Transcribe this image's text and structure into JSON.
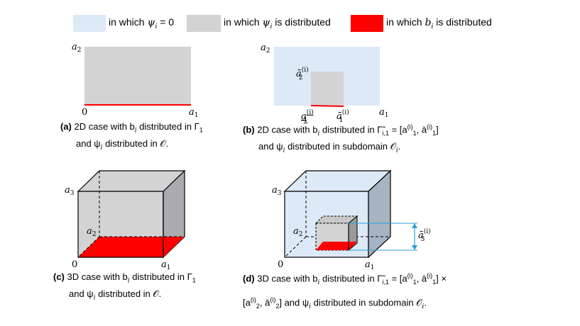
{
  "legend": {
    "zero": {
      "text_pre": "in which ",
      "symbol": "ψ",
      "sub": "i",
      "text_post": " = 0",
      "color": "#dde9f7"
    },
    "psi": {
      "text_pre": "in which ",
      "symbol": "ψ",
      "sub": "i",
      "text_post": " is distributed",
      "color": "#d3d3d3"
    },
    "b": {
      "text_pre": "in which ",
      "symbol": "b",
      "sub": "i",
      "text_post": " is distributed",
      "color": "#ff0000"
    }
  },
  "panels": {
    "a": {
      "label": "(a)",
      "line1": " 2D case with b",
      "line1_sub": "i",
      "line1_post": " distributed in Γ",
      "line1_sub2": "1",
      "line2": "and ψ",
      "line2_sub": "i",
      "line2_post": " distributed in 𝒪.",
      "axis": {
        "y": "a",
        "y_sub": "2",
        "x": "a",
        "x_sub": "1",
        "origin": "0"
      }
    },
    "b": {
      "label": "(b)",
      "line1": " 2D case with b",
      "line1_sub": "i",
      "line1_post": " distributed in Γ̃",
      "line1_sub2": "i,1",
      "line1_tail": " = [a",
      "line1_tail_sup": "(i)",
      "line1_tail_sub": "1",
      "line1_tail2": ", ā",
      "line1_tail2_sup": "(i)",
      "line1_tail2_sub": "1",
      "line1_close": "]",
      "line2": "and ψ",
      "line2_sub": "i",
      "line2_post": " distributed in subdomain 𝒪",
      "line2_sub2": "i",
      "line2_end": ".",
      "axis": {
        "y": "a",
        "y_sub": "2",
        "x": "a",
        "x_sub": "1",
        "inner_y": "ā",
        "inner_y_sup": "(i)",
        "inner_y_sub": "2",
        "inner_x1": "a",
        "inner_x1_sup": "(i)",
        "inner_x1_sub": "1",
        "inner_x2": "ā",
        "inner_x2_sup": "(i)",
        "inner_x2_sub": "1"
      }
    },
    "c": {
      "label": "(c)",
      "line1": " 3D case with b",
      "line1_sub": "i",
      "line1_post": " distributed in Γ",
      "line1_sub2": "1",
      "line2": "and ψ",
      "line2_sub": "i",
      "line2_post": " distributed in 𝒪.",
      "axis": {
        "z": "a",
        "z_sub": "3",
        "y": "a",
        "y_sub": "2",
        "x": "a",
        "x_sub": "1",
        "origin": "0"
      }
    },
    "d": {
      "label": "(d)",
      "line1": " 3D case with b",
      "line1_sub": "i",
      "line1_post": " distributed in Γ̃",
      "line1_sub2": "i,1",
      "line1_tail": " = [a",
      "line1_tail_sup": "(i)",
      "line1_tail_sub": "1",
      "line1_tail2": ", ā",
      "line1_tail2_sup": "(i)",
      "line1_tail2_sub": "1",
      "line1_close": "] ×",
      "line2_pre": "[a",
      "line2_pre_sup": "(i)",
      "line2_pre_sub": "2",
      "line2_mid": ", ā",
      "line2_mid_sup": "(i)",
      "line2_mid_sub": "2",
      "line2_close": "]",
      "line2": " and ψ",
      "line2_sub": "i",
      "line2_post": " distributed in subdomain 𝒪",
      "line2_sub2": "i",
      "line2_end": ".",
      "axis": {
        "z": "a",
        "z_sub": "3",
        "y": "a",
        "y_sub": "2",
        "x": "a",
        "x_sub": "1",
        "origin": "0",
        "dim": "ā",
        "dim_sup": "(i)",
        "dim_sub": "3"
      }
    }
  },
  "colors": {
    "gray": "#d3d3d3",
    "blue": "#dde9f7",
    "red": "#ff0000",
    "accent": "#2b9fd6"
  }
}
